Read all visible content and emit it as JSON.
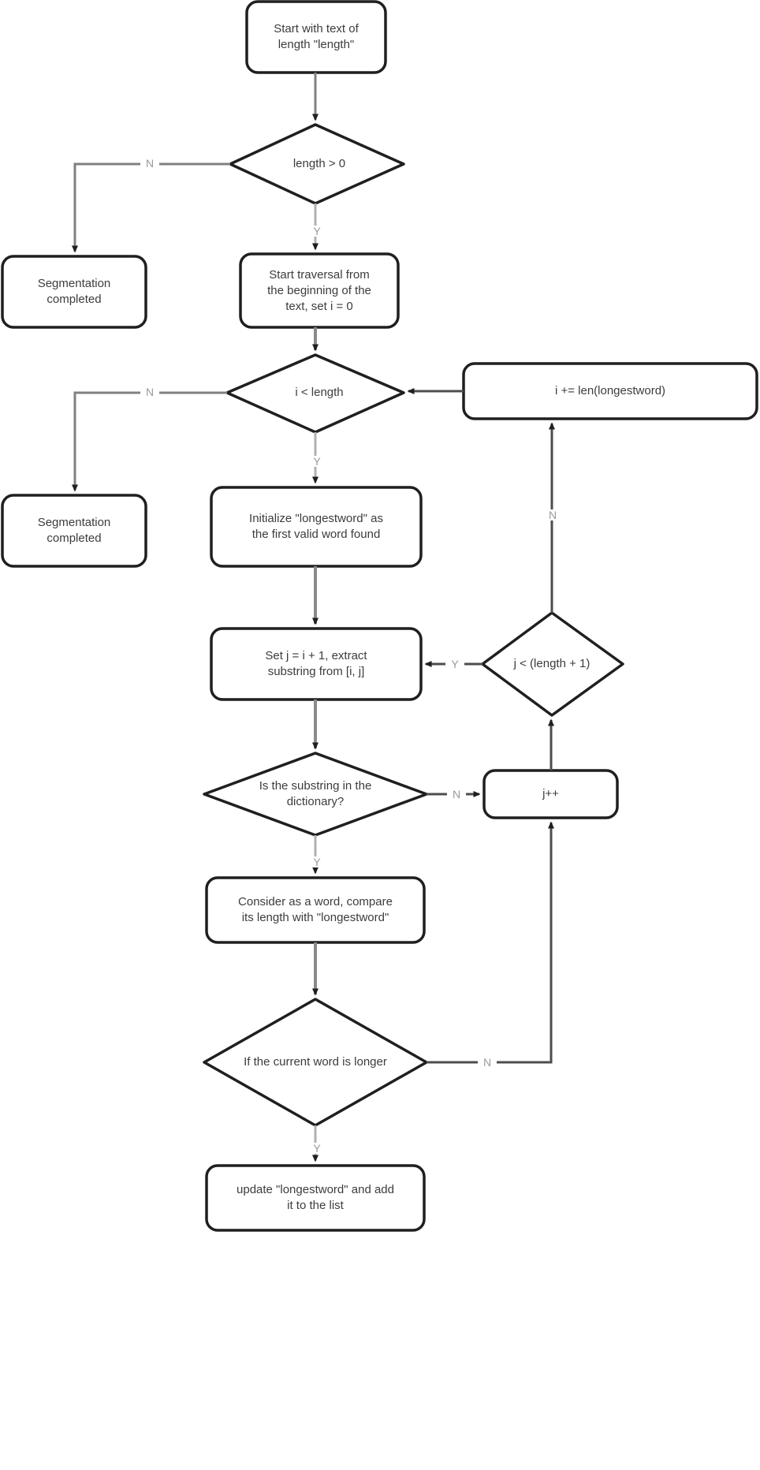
{
  "diagram": {
    "title": "Word segmentation flowchart",
    "type": "flowchart",
    "colors": {
      "node_stroke": "#1f1f1f",
      "node_fill": "#ffffff",
      "connector_dark": "#4d4d4d",
      "connector_light": "#a6a6a6",
      "text": "#3c3c3c",
      "edge_label": "#9a9a9a"
    }
  },
  "nodes": {
    "start": {
      "shape": "rounded-rect",
      "text": "Start with text of\nlength \"length\""
    },
    "check_length": {
      "shape": "diamond",
      "text": "length > 0"
    },
    "seg_done_1": {
      "shape": "rounded-rect",
      "text": "Segmentation\ncompleted"
    },
    "start_traversal": {
      "shape": "rounded-rect",
      "text": "Start traversal from\nthe beginning of the\ntext, set i = 0"
    },
    "check_i": {
      "shape": "diamond",
      "text": "i < length"
    },
    "seg_done_2": {
      "shape": "rounded-rect",
      "text": "Segmentation\ncompleted"
    },
    "advance_i": {
      "shape": "rounded-rect",
      "text": "i += len(longestword)"
    },
    "init_longest": {
      "shape": "rounded-rect",
      "text": "Initialize \"longestword\" as\nthe first valid word found"
    },
    "set_j": {
      "shape": "rounded-rect",
      "text": "Set j = i + 1, extract\nsubstring from [i, j]"
    },
    "check_j": {
      "shape": "diamond",
      "text": "j < (length + 1)"
    },
    "in_dict": {
      "shape": "diamond",
      "text": "Is the substring in the\ndictionary?"
    },
    "j_inc": {
      "shape": "rounded-rect",
      "text": "j++"
    },
    "consider_word": {
      "shape": "rounded-rect",
      "text": "Consider as a word, compare\nits length with \"longestword\""
    },
    "is_longer": {
      "shape": "diamond",
      "text": "If the current word is longer"
    },
    "update_longest": {
      "shape": "rounded-rect",
      "text": "update \"longestword\" and add\nit to the list"
    }
  },
  "edge_labels": {
    "length_no": "N",
    "length_yes": "Y",
    "i_no": "N",
    "i_yes": "Y",
    "j_no": "N",
    "j_yes": "Y",
    "dict_no": "N",
    "dict_yes": "Y",
    "longer_no": "N",
    "longer_yes": "Y"
  },
  "edges": [
    {
      "from": "start",
      "to": "check_length",
      "label": ""
    },
    {
      "from": "check_length",
      "to": "seg_done_1",
      "label": "N"
    },
    {
      "from": "check_length",
      "to": "start_traversal",
      "label": "Y"
    },
    {
      "from": "start_traversal",
      "to": "check_i",
      "label": ""
    },
    {
      "from": "check_i",
      "to": "seg_done_2",
      "label": "N"
    },
    {
      "from": "check_i",
      "to": "init_longest",
      "label": "Y"
    },
    {
      "from": "advance_i",
      "to": "check_i",
      "label": ""
    },
    {
      "from": "init_longest",
      "to": "set_j",
      "label": ""
    },
    {
      "from": "set_j",
      "to": "in_dict",
      "label": ""
    },
    {
      "from": "in_dict",
      "to": "j_inc",
      "label": "N"
    },
    {
      "from": "in_dict",
      "to": "consider_word",
      "label": "Y"
    },
    {
      "from": "j_inc",
      "to": "check_j",
      "label": ""
    },
    {
      "from": "check_j",
      "to": "set_j",
      "label": "Y"
    },
    {
      "from": "check_j",
      "to": "advance_i",
      "label": "N"
    },
    {
      "from": "consider_word",
      "to": "is_longer",
      "label": ""
    },
    {
      "from": "is_longer",
      "to": "j_inc",
      "label": "N"
    },
    {
      "from": "is_longer",
      "to": "update_longest",
      "label": "Y"
    }
  ]
}
